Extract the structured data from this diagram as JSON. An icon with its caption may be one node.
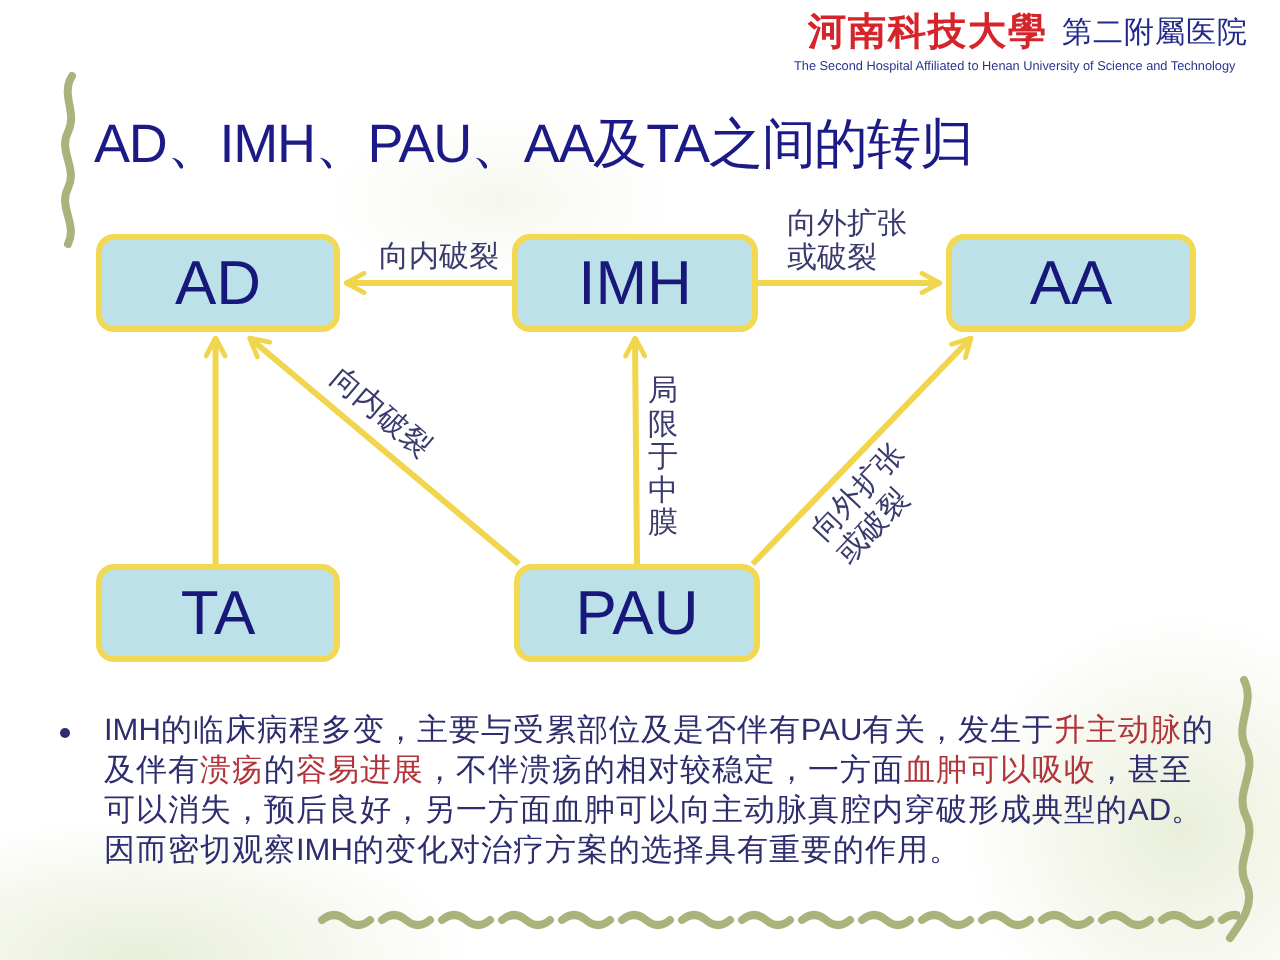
{
  "diagram": {
    "title": "AD、IMH、PAU、AA及TA之间的转归",
    "nodes": [
      {
        "text": [
          "AD"
        ]
      },
      {
        "text": [
          "IMH"
        ]
      },
      {
        "text": [
          "AA"
        ]
      },
      {
        "text": [
          "TA"
        ]
      },
      {
        "text": [
          "PAU"
        ]
      }
    ],
    "edges": [
      {
        "from": 1,
        "to": 0,
        "arrow": "to",
        "label": "向内破裂"
      },
      {
        "from": 1,
        "to": 2,
        "arrow": "to",
        "label": "向外扩张或破裂"
      },
      {
        "from": 3,
        "to": 0,
        "arrow": "to"
      },
      {
        "from": 4,
        "to": 0,
        "arrow": "to",
        "label": "向内破裂"
      },
      {
        "from": 4,
        "to": 1,
        "arrow": "to",
        "label": "局限于中膜"
      },
      {
        "from": 4,
        "to": 2,
        "arrow": "to",
        "label": "向外扩张或破裂"
      }
    ],
    "labels": [
      "河南科技大學",
      "第二附屬医院",
      "The Second Hospital Affiliated to Henan University of Science and Technology",
      "IMH的临床病程多变，主要与受累部位及是否伴有PAU有关，发生于**升主动脉**的及伴有**溃疡**的**容易进展**，不伴溃疡的相对较稳定，一方面**血肿可以吸收**，甚至可以消失，预后良好，另一方面血肿可以向主动脉真腔内穿破形成典型的AD。因而密切观察IMH的变化对治疗方案的选择具有重要的作用。"
    ]
  }
}
